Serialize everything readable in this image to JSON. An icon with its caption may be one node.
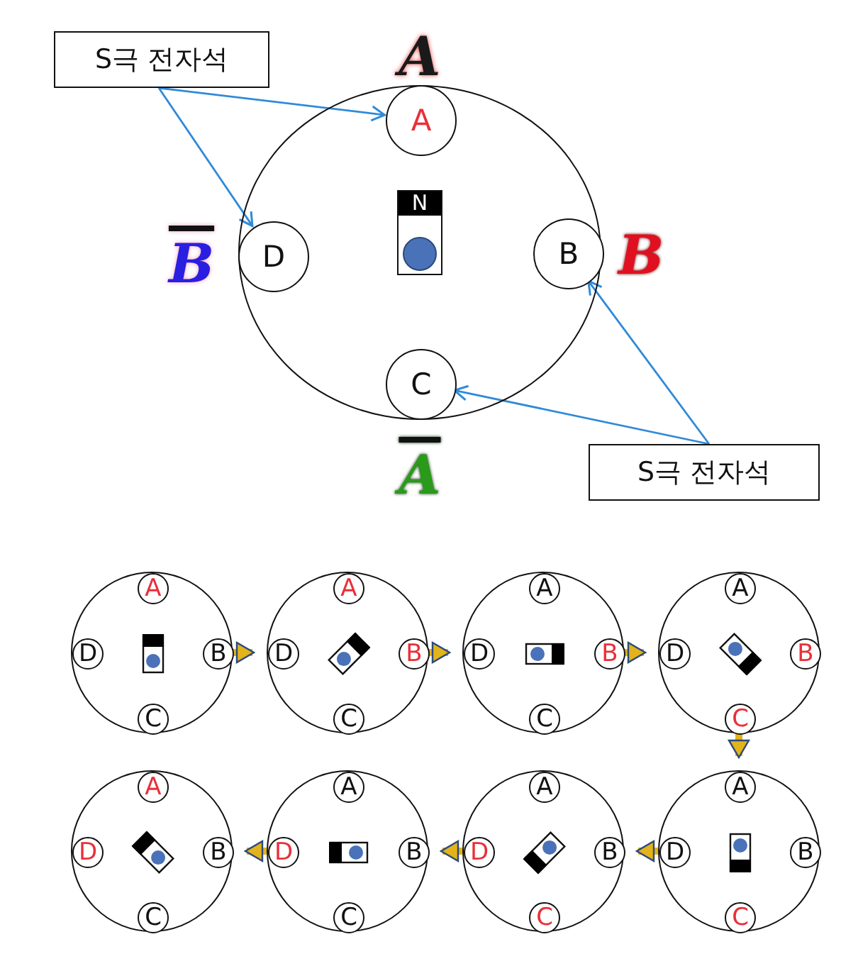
{
  "diagram": {
    "nodes": [
      {
        "text": [
          "S극 전자석"
        ]
      },
      {
        "text": [],
        "shape": "circle"
      },
      {
        "text": [
          "A"
        ],
        "in": 1
      },
      {
        "text": [
          "N"
        ],
        "in": 1
      },
      {
        "text": [
          "D"
        ],
        "in": 1
      },
      {
        "text": [
          "B"
        ],
        "in": 1
      },
      {
        "text": [
          "C"
        ],
        "in": 1
      },
      {
        "text": [
          "S극 전자석"
        ]
      },
      {
        "text": [],
        "shape": "circle"
      },
      {
        "text": [
          "A"
        ],
        "in": 8
      },
      {
        "text": [
          "D"
        ],
        "in": 8
      },
      {
        "text": [
          "B"
        ],
        "in": 8
      },
      {
        "text": [
          "C"
        ],
        "in": 8
      },
      {
        "text": [],
        "shape": "circle"
      },
      {
        "text": [
          "A"
        ],
        "in": 13
      },
      {
        "text": [
          "D"
        ],
        "in": 13
      },
      {
        "text": [
          "B"
        ],
        "in": 13
      },
      {
        "text": [
          "C"
        ],
        "in": 13
      },
      {
        "text": [],
        "shape": "circle"
      },
      {
        "text": [
          "A"
        ],
        "in": 18
      },
      {
        "text": [
          "D"
        ],
        "in": 18
      },
      {
        "text": [
          "B"
        ],
        "in": 18
      },
      {
        "text": [
          "C"
        ],
        "in": 18
      },
      {
        "text": [],
        "shape": "circle"
      },
      {
        "text": [
          "A"
        ],
        "in": 23
      },
      {
        "text": [
          "D"
        ],
        "in": 23
      },
      {
        "text": [
          "B"
        ],
        "in": 23
      },
      {
        "text": [
          "C"
        ],
        "in": 23
      },
      {
        "text": [],
        "shape": "circle"
      },
      {
        "text": [
          "A"
        ],
        "in": 28
      },
      {
        "text": [
          "D"
        ],
        "in": 28
      },
      {
        "text": [
          "B"
        ],
        "in": 28
      },
      {
        "text": [
          "C"
        ],
        "in": 28
      },
      {
        "text": [],
        "shape": "circle"
      },
      {
        "text": [
          "A"
        ],
        "in": 33
      },
      {
        "text": [
          "D"
        ],
        "in": 33
      },
      {
        "text": [
          "B"
        ],
        "in": 33
      },
      {
        "text": [
          "C"
        ],
        "in": 33
      },
      {
        "text": [],
        "shape": "circle"
      },
      {
        "text": [
          "A"
        ],
        "in": 38
      },
      {
        "text": [
          "D"
        ],
        "in": 38
      },
      {
        "text": [
          "B"
        ],
        "in": 38
      },
      {
        "text": [
          "C"
        ],
        "in": 38
      },
      {
        "text": [],
        "shape": "circle"
      },
      {
        "text": [
          "A"
        ],
        "in": 43
      },
      {
        "text": [
          "D"
        ],
        "in": 43
      },
      {
        "text": [
          "B"
        ],
        "in": 43
      },
      {
        "text": [
          "C"
        ],
        "in": 43
      }
    ],
    "edges": [
      {
        "from": 0,
        "to": 2,
        "arrow": "to",
        "color": "#2f8ad8"
      },
      {
        "from": 0,
        "to": 4,
        "arrow": "to",
        "color": "#2f8ad8"
      },
      {
        "from": 7,
        "to": 5,
        "arrow": "to",
        "color": "#2f8ad8"
      },
      {
        "from": 7,
        "to": 6,
        "arrow": "to",
        "color": "#2f8ad8"
      },
      {
        "from": 8,
        "to": 13,
        "arrow": "to"
      },
      {
        "from": 13,
        "to": 18,
        "arrow": "to"
      },
      {
        "from": 18,
        "to": 23,
        "arrow": "to"
      },
      {
        "from": 23,
        "to": 43,
        "arrow": "to"
      },
      {
        "from": 43,
        "to": 38,
        "arrow": "to"
      },
      {
        "from": 38,
        "to": 33,
        "arrow": "to"
      },
      {
        "from": 33,
        "to": 28,
        "arrow": "to"
      }
    ],
    "labels": [
      "A",
      "B",
      "B",
      "A"
    ]
  }
}
